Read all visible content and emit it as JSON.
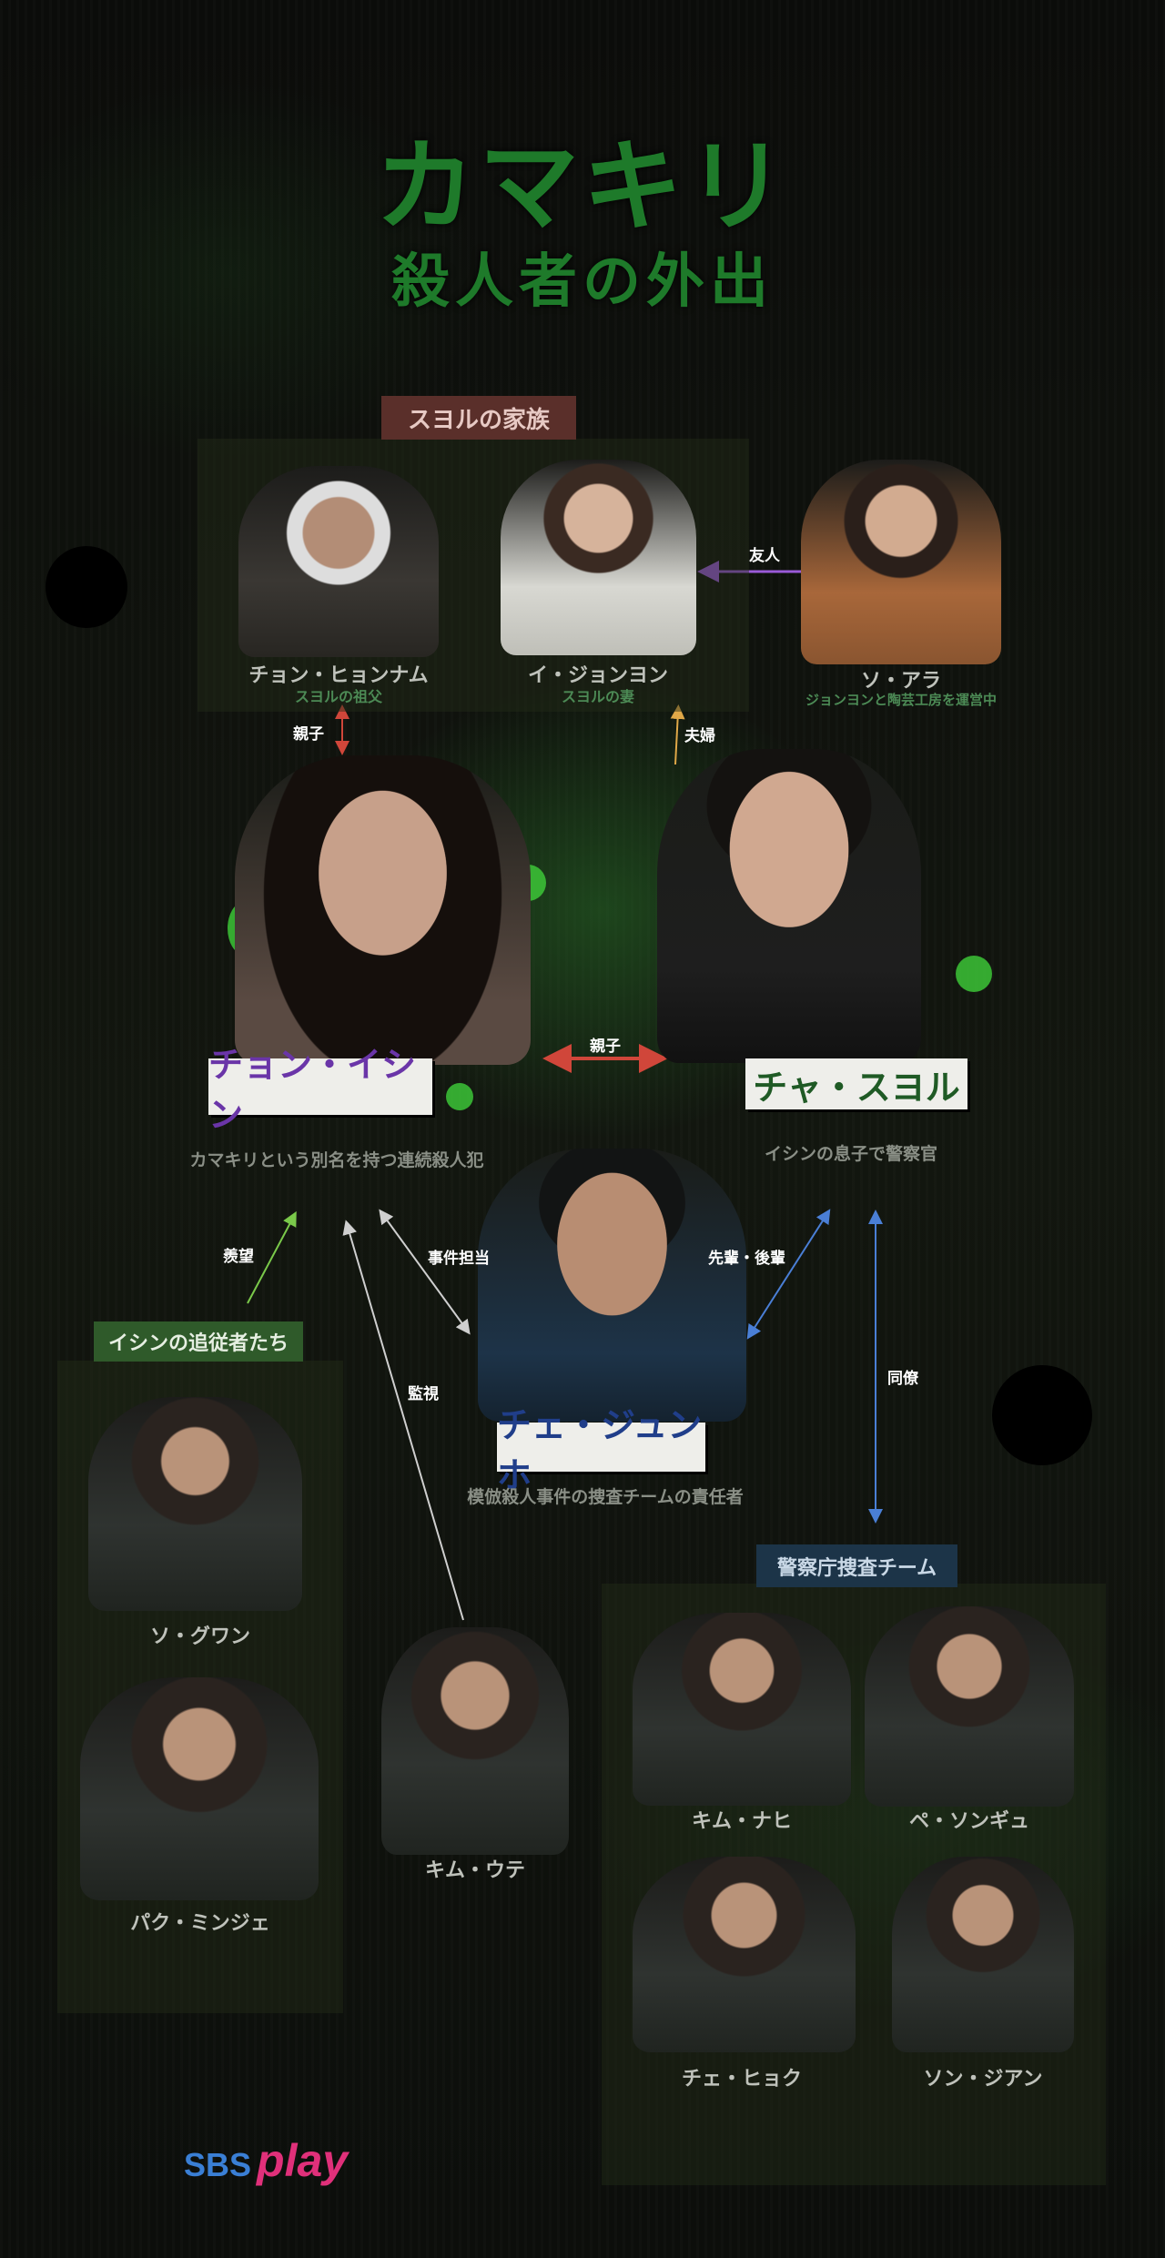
{
  "title": {
    "main": "カマキリ",
    "sub": "殺人者の外出"
  },
  "groups": {
    "family": "スヨルの家族",
    "followers": "イシンの追従者たち",
    "police": "警察庁捜査チーム"
  },
  "family": [
    {
      "name": "チョン・ヒョンナム",
      "role": "スヨルの祖父"
    },
    {
      "name": "イ・ジョンヨン",
      "role": "スヨルの妻"
    },
    {
      "name": "ソ・アラ",
      "role": "ジョンヨンと陶芸工房を運営中"
    }
  ],
  "main": [
    {
      "name": "チョン・イシン",
      "desc": "カマキリという別名を持つ連続殺人犯",
      "color": "#6a35a8"
    },
    {
      "name": "チャ・スヨル",
      "desc": "イシンの息子で警察官",
      "color": "#1f5a25"
    },
    {
      "name": "チェ・ジュンホ",
      "desc": "模倣殺人事件の捜査チームの責任者",
      "color": "#203e8a"
    }
  ],
  "relations": {
    "friend": "友人",
    "parent_child_1": "親子",
    "spouse": "夫婦",
    "parent_child_2": "親子",
    "envy": "羨望",
    "in_charge": "事件担当",
    "surveil": "監視",
    "senior_junior": "先輩・後輩",
    "colleague": "同僚"
  },
  "followers": [
    {
      "name": "ソ・グワン"
    },
    {
      "name": "パク・ミンジェ"
    }
  ],
  "other": {
    "name": "キム・ウテ"
  },
  "police": [
    {
      "name": "キム・ナヒ"
    },
    {
      "name": "ペ・ソンギュ"
    },
    {
      "name": "チェ・ヒョク"
    },
    {
      "name": "ソン・ジアン"
    }
  ],
  "logo": {
    "sbs": "SBS",
    "play": "play"
  }
}
